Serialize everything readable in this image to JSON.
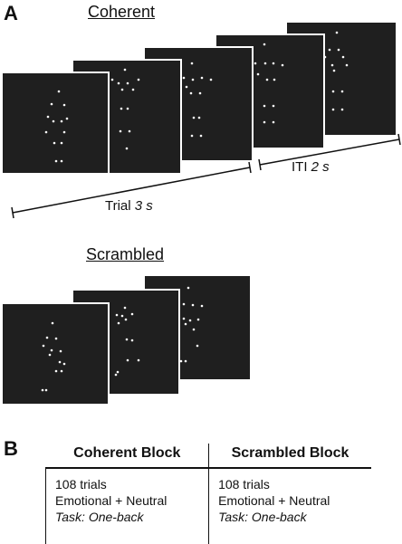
{
  "panel_a": {
    "letter": "A",
    "coherent_heading": "Coherent",
    "scrambled_heading": "Scrambled",
    "iti_label": "ITI",
    "iti_duration": "2 s",
    "trial_label": "Trial",
    "trial_duration": "3 s"
  },
  "panel_b": {
    "letter": "B",
    "columns": [
      {
        "header": "Coherent Block",
        "trials": "108 trials",
        "stimuli": "Emotional + Neutral",
        "task": "Task: One-back"
      },
      {
        "header": "Scrambled Block",
        "trials": "108 trials",
        "stimuli": "Emotional + Neutral",
        "task": "Task: One-back"
      }
    ]
  },
  "colors": {
    "frame_fill": "#1f1f1f",
    "frame_border": "#ffffff",
    "dot": "#ffffff",
    "line": "#111111"
  }
}
